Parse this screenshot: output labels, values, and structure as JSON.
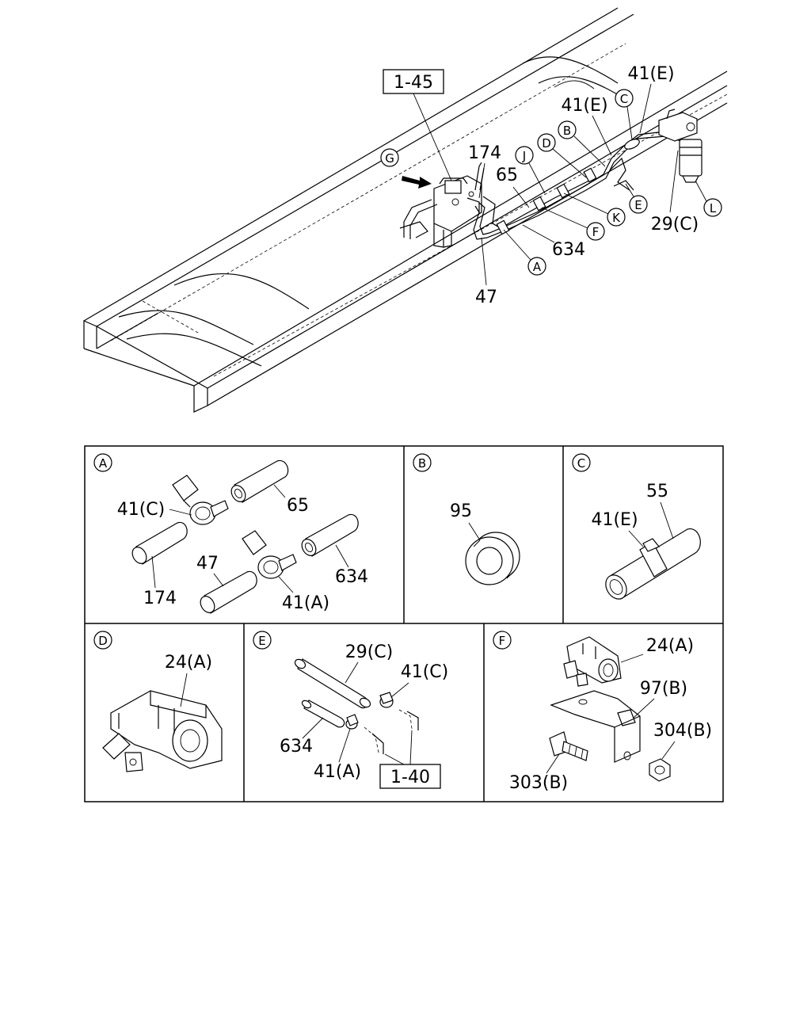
{
  "main_view": {
    "ref_box": "1-45",
    "callouts": {
      "G": "G",
      "L": "L",
      "C": "C",
      "B": "B",
      "D": "D",
      "J": "J",
      "E": "E",
      "K": "K",
      "F": "F",
      "A": "A"
    },
    "labels": {
      "p174": "174",
      "p65": "65",
      "p634": "634",
      "p47": "47",
      "p41E_1": "41(E)",
      "p41E_2": "41(E)",
      "p29C": "29(C)"
    }
  },
  "panels": {
    "A": {
      "letter": "A",
      "labels": {
        "p41C": "41(C)",
        "p65": "65",
        "p47": "47",
        "p634": "634",
        "p174": "174",
        "p41A": "41(A)"
      }
    },
    "B": {
      "letter": "B",
      "labels": {
        "p95": "95"
      }
    },
    "C": {
      "letter": "C",
      "labels": {
        "p55": "55",
        "p41E": "41(E)"
      }
    },
    "D": {
      "letter": "D",
      "labels": {
        "p24A": "24(A)"
      }
    },
    "E": {
      "letter": "E",
      "labels": {
        "p29C": "29(C)",
        "p41C": "41(C)",
        "p634": "634",
        "p41A": "41(A)"
      },
      "ref_box": "1-40"
    },
    "F": {
      "letter": "F",
      "labels": {
        "p24A": "24(A)",
        "p97B": "97(B)",
        "p304B": "304(B)",
        "p303B": "303(B)"
      }
    }
  }
}
